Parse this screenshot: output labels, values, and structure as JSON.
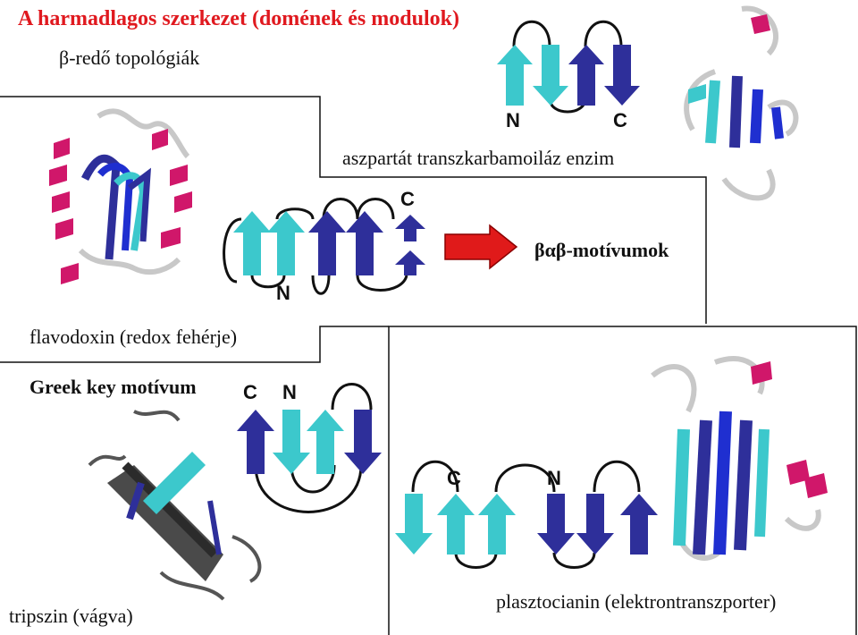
{
  "title": "A harmadlagos szerkezet (domének és modulok)",
  "subtitle": "β-redő topológiák",
  "labels": {
    "aspartate": "aszpartát transzkarbamoiláz enzim",
    "flavodoxin": "flavodoxin (redox fehérje)",
    "greek_key": "Greek key motívum",
    "trypsin": "tripszin (vágva)",
    "plastocyanin": "plasztocianin (elektrontranszporter)",
    "motif": "βαβ-motívumok"
  },
  "termini": {
    "n": "N",
    "c": "C"
  },
  "colors": {
    "title_red": "#e0191f",
    "cyan_strand": "#3cc8cc",
    "blue_strand": "#2e2f9a",
    "helix_magenta": "#d0176a",
    "arrow_red": "#e01a1a",
    "loop_gray": "#c8c8c8"
  }
}
